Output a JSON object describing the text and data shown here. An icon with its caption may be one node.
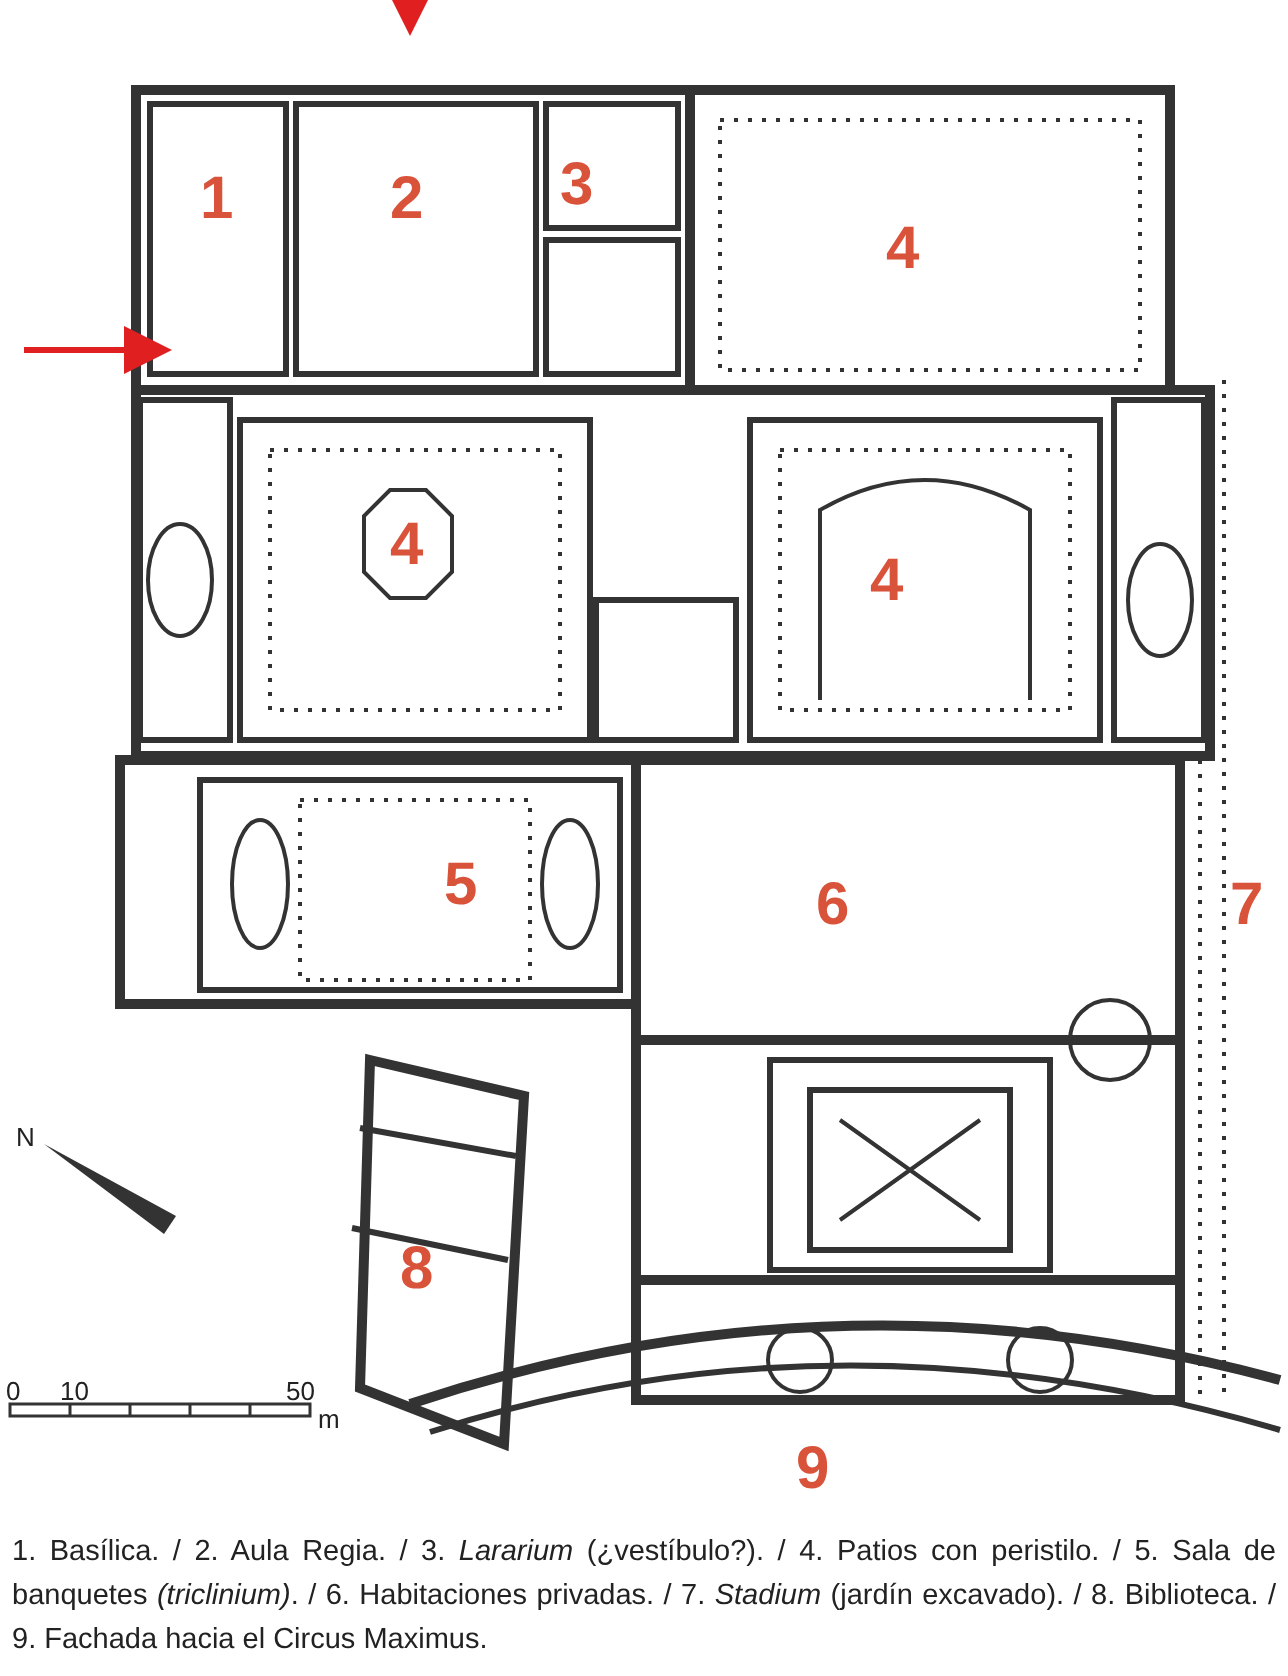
{
  "diagram": {
    "caption": "1. Basílica. / 2. Aula Regia. / 3. *Lararium* (¿vestíbulo?). / 4. Patios con peristilo. / 5. Sala de banquetes *(triclinium)*. / 6. Habitaciones privadas. / 7. *Stadium* (jardín excavado). / 8. Biblioteca. / 9. Fachada hacia el Circus Maximus.",
    "labels": [
      "1",
      "2",
      "3",
      "4",
      "4",
      "4",
      "5",
      "6",
      "7",
      "N",
      "8",
      "0",
      "10",
      "50",
      "m",
      "9"
    ]
  }
}
